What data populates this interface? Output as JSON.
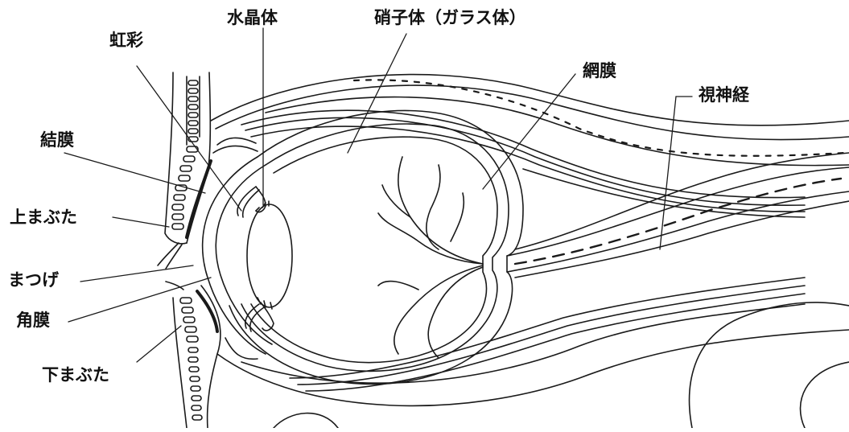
{
  "labels": {
    "iris": "虹彩",
    "lens": "水晶体",
    "vitreous": "硝子体（ガラス体）",
    "retina": "網膜",
    "optic_nerve": "視神経",
    "conjunctiva": "結膜",
    "upper_eyelid": "上まぶた",
    "eyelash": "まつげ",
    "cornea": "角膜",
    "lower_eyelid": "下まぶた"
  },
  "colors": {
    "line": "#1a1a1a",
    "background": "#ffffff"
  }
}
